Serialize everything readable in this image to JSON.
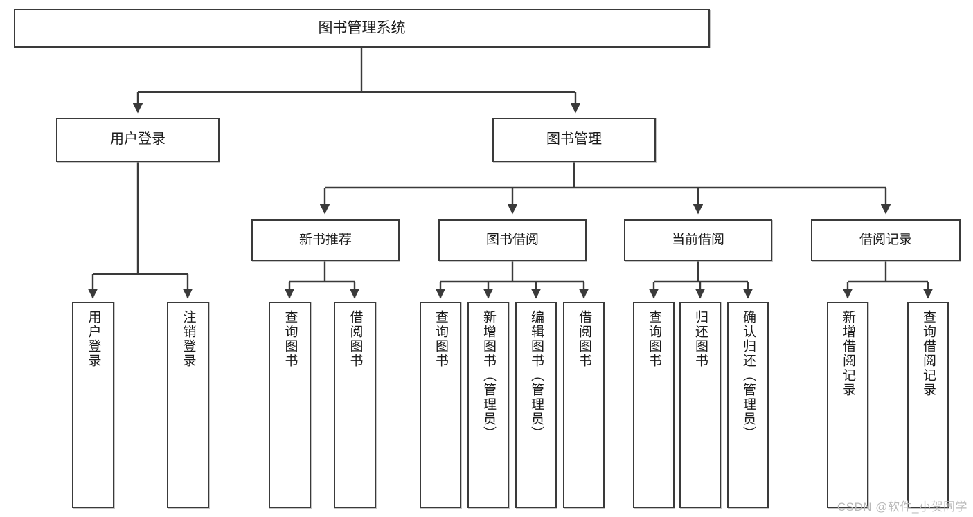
{
  "diagram": {
    "type": "tree",
    "title": "图书管理系统",
    "orientation": "top-down",
    "line_color": "#3a3a3a",
    "box_fill": "#ffffff",
    "text_color": "#1b1b1b",
    "nodes": {
      "root": {
        "label": "图书管理系统"
      },
      "level2": [
        {
          "id": "user-login",
          "label": "用户登录"
        },
        {
          "id": "book-management",
          "label": "图书管理"
        }
      ],
      "level3": [
        {
          "id": "new-book-recommend",
          "label": "新书推荐"
        },
        {
          "id": "book-borrow",
          "label": "图书借阅"
        },
        {
          "id": "current-borrow",
          "label": "当前借阅"
        },
        {
          "id": "borrow-record",
          "label": "借阅记录"
        }
      ],
      "leaves": {
        "user_login": [
          {
            "id": "leaf-user-login",
            "label": "用户登录"
          },
          {
            "id": "leaf-logout-login",
            "label": "注销登录"
          }
        ],
        "new_book_recommend": [
          {
            "id": "leaf-query-book-1",
            "label": "查询图书"
          },
          {
            "id": "leaf-borrow-book-1",
            "label": "借阅图书"
          }
        ],
        "book_borrow": [
          {
            "id": "leaf-query-book-2",
            "label": "查询图书"
          },
          {
            "id": "leaf-add-book",
            "label": "新增图书（管理员）"
          },
          {
            "id": "leaf-edit-book",
            "label": "编辑图书（管理员）"
          },
          {
            "id": "leaf-borrow-book-2",
            "label": "借阅图书"
          }
        ],
        "current_borrow": [
          {
            "id": "leaf-query-book-3",
            "label": "查询图书"
          },
          {
            "id": "leaf-return-book",
            "label": "归还图书"
          },
          {
            "id": "leaf-confirm-return",
            "label": "确认归还（管理员）"
          }
        ],
        "borrow_record": [
          {
            "id": "leaf-add-record",
            "label": "新增借阅记录"
          },
          {
            "id": "leaf-query-record",
            "label": "查询借阅记录"
          }
        ]
      }
    }
  },
  "watermark": {
    "text": "CSDN @软件_小贺同学"
  }
}
